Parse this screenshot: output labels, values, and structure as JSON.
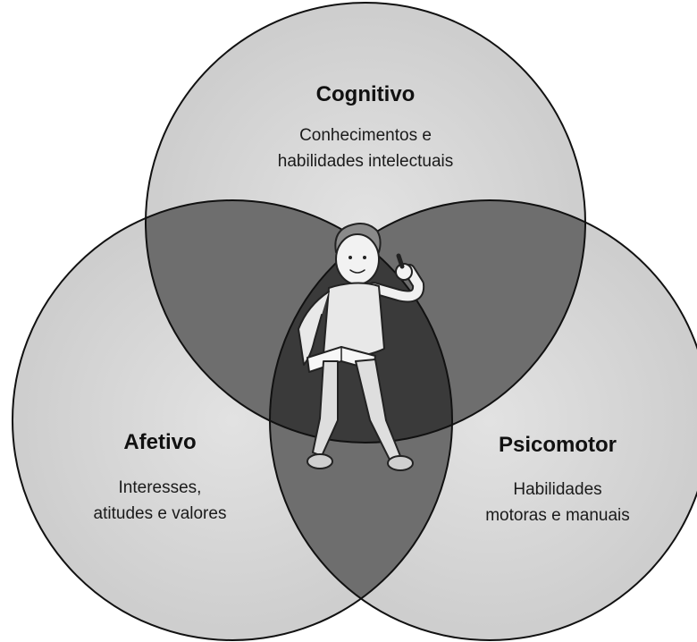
{
  "colors": {
    "outer": "#d3d3d3",
    "pair_overlap": "#6e6e6e",
    "center_overlap": "#3a3a3a",
    "stroke": "#111111"
  },
  "domains": {
    "cognitivo": {
      "title": "Cognitivo",
      "lines": [
        "Conhecimentos e",
        "habilidades intelectuais"
      ]
    },
    "afetivo": {
      "title": "Afetivo",
      "lines": [
        "Interesses,",
        "atitudes e valores"
      ]
    },
    "psicomotor": {
      "title": "Psicomotor",
      "lines": [
        "Habilidades",
        "motoras e manuais"
      ]
    }
  },
  "center_figure": {
    "icon": "boy-reading-thumbs-up-icon"
  }
}
